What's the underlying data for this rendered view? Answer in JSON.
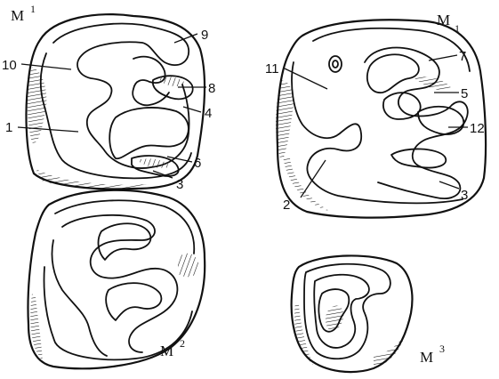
{
  "molars": [
    {
      "name": "M",
      "index": "1",
      "position": "superscript"
    },
    {
      "name": "M",
      "index": "1",
      "position": "subscript"
    },
    {
      "name": "M",
      "index": "2",
      "position": "superscript"
    },
    {
      "name": "M",
      "index": "3",
      "position": "superscript"
    }
  ],
  "labels": {
    "m1_upper": [
      "9",
      "10",
      "8",
      "4",
      "1",
      "6",
      "3"
    ],
    "m1_lower": [
      "7",
      "11",
      "5",
      "12",
      "2",
      "3"
    ]
  },
  "colors": {
    "ink": "#111111",
    "paper": "#ffffff"
  }
}
